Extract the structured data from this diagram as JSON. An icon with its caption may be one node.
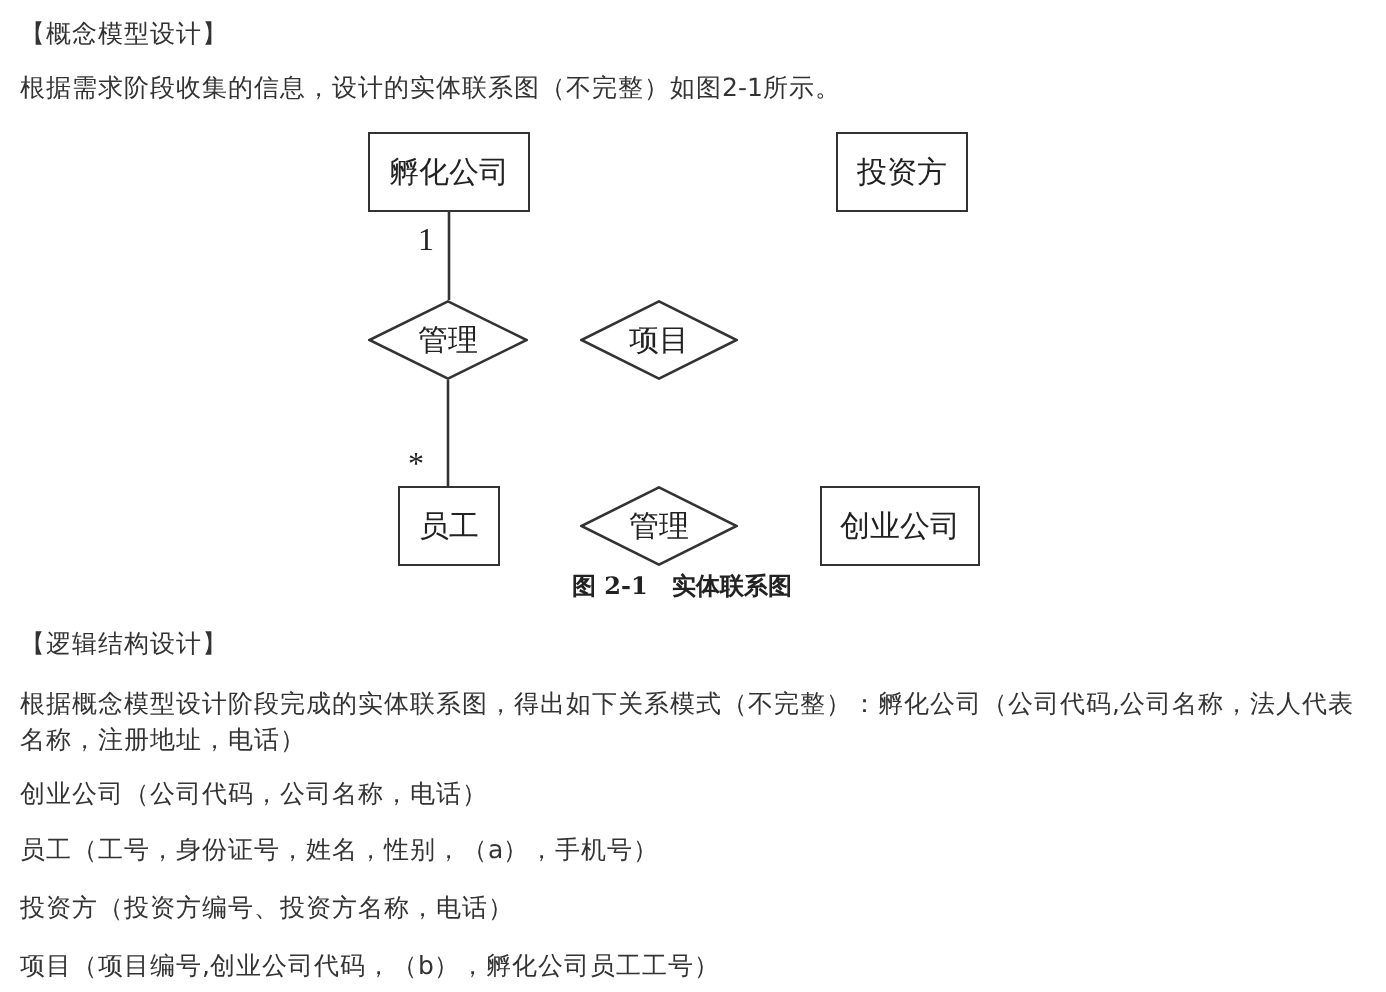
{
  "diagram": {
    "title": "【概念模型设计】",
    "caption": "图 2-1　实体联系图",
    "nodes": [
      {
        "text": [
          "孵化公司"
        ]
      },
      {
        "text": [
          "投资方"
        ]
      },
      {
        "text": [
          "管理"
        ]
      },
      {
        "text": [
          "项目"
        ]
      },
      {
        "text": [
          "员工"
        ]
      },
      {
        "text": [
          "管理"
        ]
      },
      {
        "text": [
          "创业公司"
        ]
      }
    ],
    "edges": [
      {
        "from": 0,
        "to": 2,
        "arrow": "none"
      },
      {
        "from": 2,
        "to": 4,
        "arrow": "none"
      }
    ],
    "labels": [
      "根据需求阶段收集的信息，设计的实体联系图（不完整）如图2-1所示。",
      "1",
      "*",
      "【逻辑结构设计】",
      "根据概念模型设计阶段完成的实体联系图，得出如下关系模式（不完整）：孵化公司（公司代码,公司名称，法人代表名称，注册地址，电话）",
      "创业公司（公司代码，公司名称，电话）",
      "员工（工号，身份证号，姓名，性别，（a），手机号）",
      "投资方（投资方编号、投资方名称，电话）",
      "项目（项目编号,创业公司代码，（b），孵化公司员工工号）"
    ]
  }
}
